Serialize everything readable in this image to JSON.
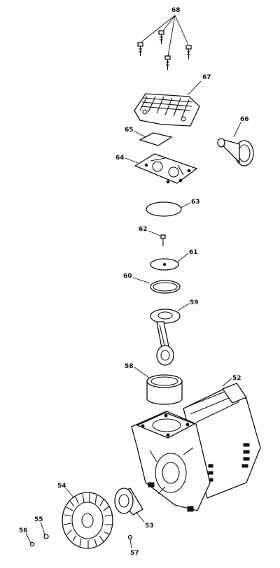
{
  "parts": [
    {
      "key": "p68",
      "number": "68"
    },
    {
      "key": "p67",
      "number": "67"
    },
    {
      "key": "p66",
      "number": "66"
    },
    {
      "key": "p65",
      "number": "65"
    },
    {
      "key": "p64",
      "number": "64"
    },
    {
      "key": "p63",
      "number": "63"
    },
    {
      "key": "p62",
      "number": "62"
    },
    {
      "key": "p61",
      "number": "61"
    },
    {
      "key": "p60",
      "number": "60"
    },
    {
      "key": "p59",
      "number": "59"
    },
    {
      "key": "p58",
      "number": "58"
    },
    {
      "key": "p52",
      "number": "52"
    },
    {
      "key": "p54",
      "number": "54"
    },
    {
      "key": "p53",
      "number": "53"
    },
    {
      "key": "p55",
      "number": "55"
    },
    {
      "key": "p56",
      "number": "56"
    },
    {
      "key": "p57",
      "number": "57"
    }
  ]
}
